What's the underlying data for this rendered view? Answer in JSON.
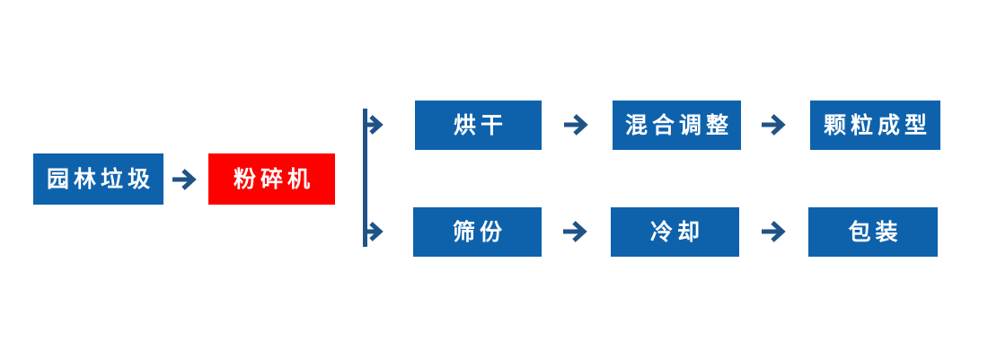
{
  "colors": {
    "background": "#ffffff",
    "box_blue": "#0e62ac",
    "box_red": "#fe0000",
    "connector_blue": "#1f5388",
    "text_white": "#ffffff"
  },
  "flowchart": {
    "nodes": {
      "garden_waste": {
        "label": "园林垃圾"
      },
      "crusher": {
        "label": "粉碎机"
      },
      "drying": {
        "label": "烘干"
      },
      "mixing_adjust": {
        "label": "混合调整"
      },
      "pellet_forming": {
        "label": "颗粒成型"
      },
      "sieving": {
        "label": "筛份"
      },
      "cooling": {
        "label": "冷却"
      },
      "packing": {
        "label": "包装"
      }
    },
    "icons": {
      "arrow_right": "arrow-right-icon",
      "branch": "branch-connector-icon"
    }
  }
}
